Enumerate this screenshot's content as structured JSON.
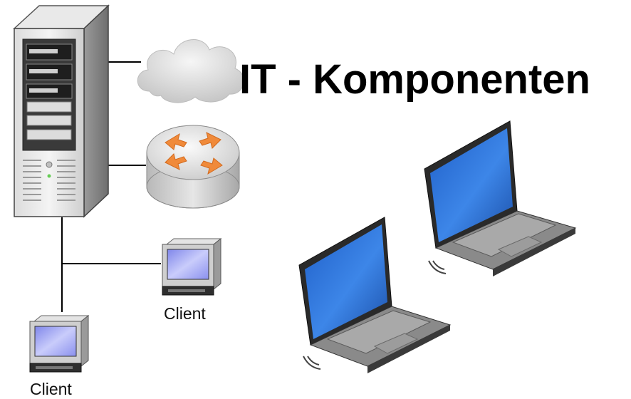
{
  "title": "IT - Komponenten",
  "clients": [
    {
      "label": "Client"
    },
    {
      "label": "Client"
    }
  ],
  "icons": [
    "server-tower-icon",
    "cloud-icon",
    "router-icon",
    "desktop-client-icon",
    "laptop-icon",
    "wifi-icon"
  ],
  "colors": {
    "router_arrows": "#f08a3a",
    "screen_blue": "#2f6fd6",
    "client_screen": "#9aa0f0",
    "connector_line": "#000000"
  }
}
